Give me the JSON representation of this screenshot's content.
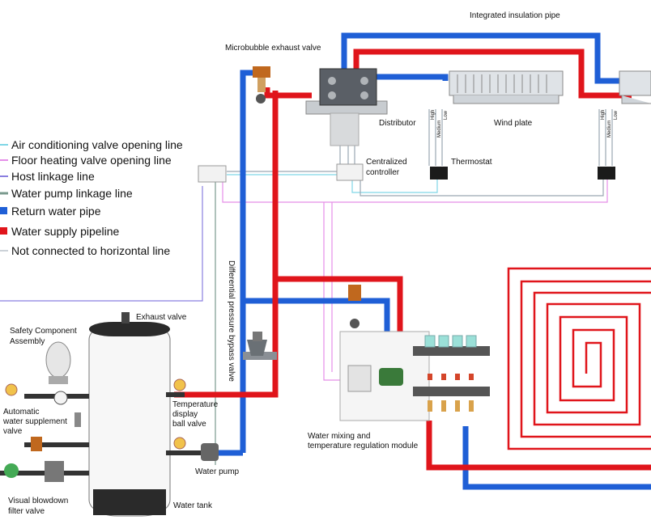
{
  "legend": [
    {
      "label": "Air conditioning valve opening line",
      "color": "#7fd6e6"
    },
    {
      "label": "Floor heating valve opening line",
      "color": "#e58ee8"
    },
    {
      "label": "Host linkage line",
      "color": "#8a7fe0"
    },
    {
      "label": "Water pump linkage line",
      "color": "#7a9a8e"
    },
    {
      "label": "Return water pipe",
      "color": "#1f5fd6"
    },
    {
      "label": "Water supply pipeline",
      "color": "#e0151b"
    },
    {
      "label": "Not connected to horizontal line",
      "color": "#9aa6b2"
    }
  ],
  "labels": {
    "insulation_pipe": "Integrated insulation pipe",
    "microbubble": "Microbubble exhaust valve",
    "distributor": "Distributor",
    "wind_plate": "Wind plate",
    "centralized_1": "Centralized",
    "centralized_2": "controller",
    "thermostat": "Thermostat",
    "bypass": "Differential pressure bypass valve",
    "exhaust": "Exhaust valve",
    "safety_1": "Safety Component",
    "safety_2": "Assembly",
    "supplement_1": "Automatic",
    "supplement_2": "water supplement",
    "supplement_3": "valve",
    "temp_1": "Temperature",
    "temp_2": "display",
    "temp_3": "ball valve",
    "mixing_1": "Water mixing and",
    "mixing_2": "temperature regulation module",
    "pump": "Water pump",
    "tank": "Water tank",
    "blowdown_1": "Visual blowdown",
    "blowdown_2": "filter valve",
    "speed_high": "High",
    "speed_medium": "Medium",
    "speed_low": "Low"
  },
  "colors": {
    "supply": "#e0151b",
    "return": "#1f5fd6",
    "ac_line": "#7fd6e6",
    "floor_line": "#e58ee8",
    "host_line": "#8a7fe0",
    "pump_line": "#7a9a8e",
    "gray_line": "#9aa6b2"
  }
}
